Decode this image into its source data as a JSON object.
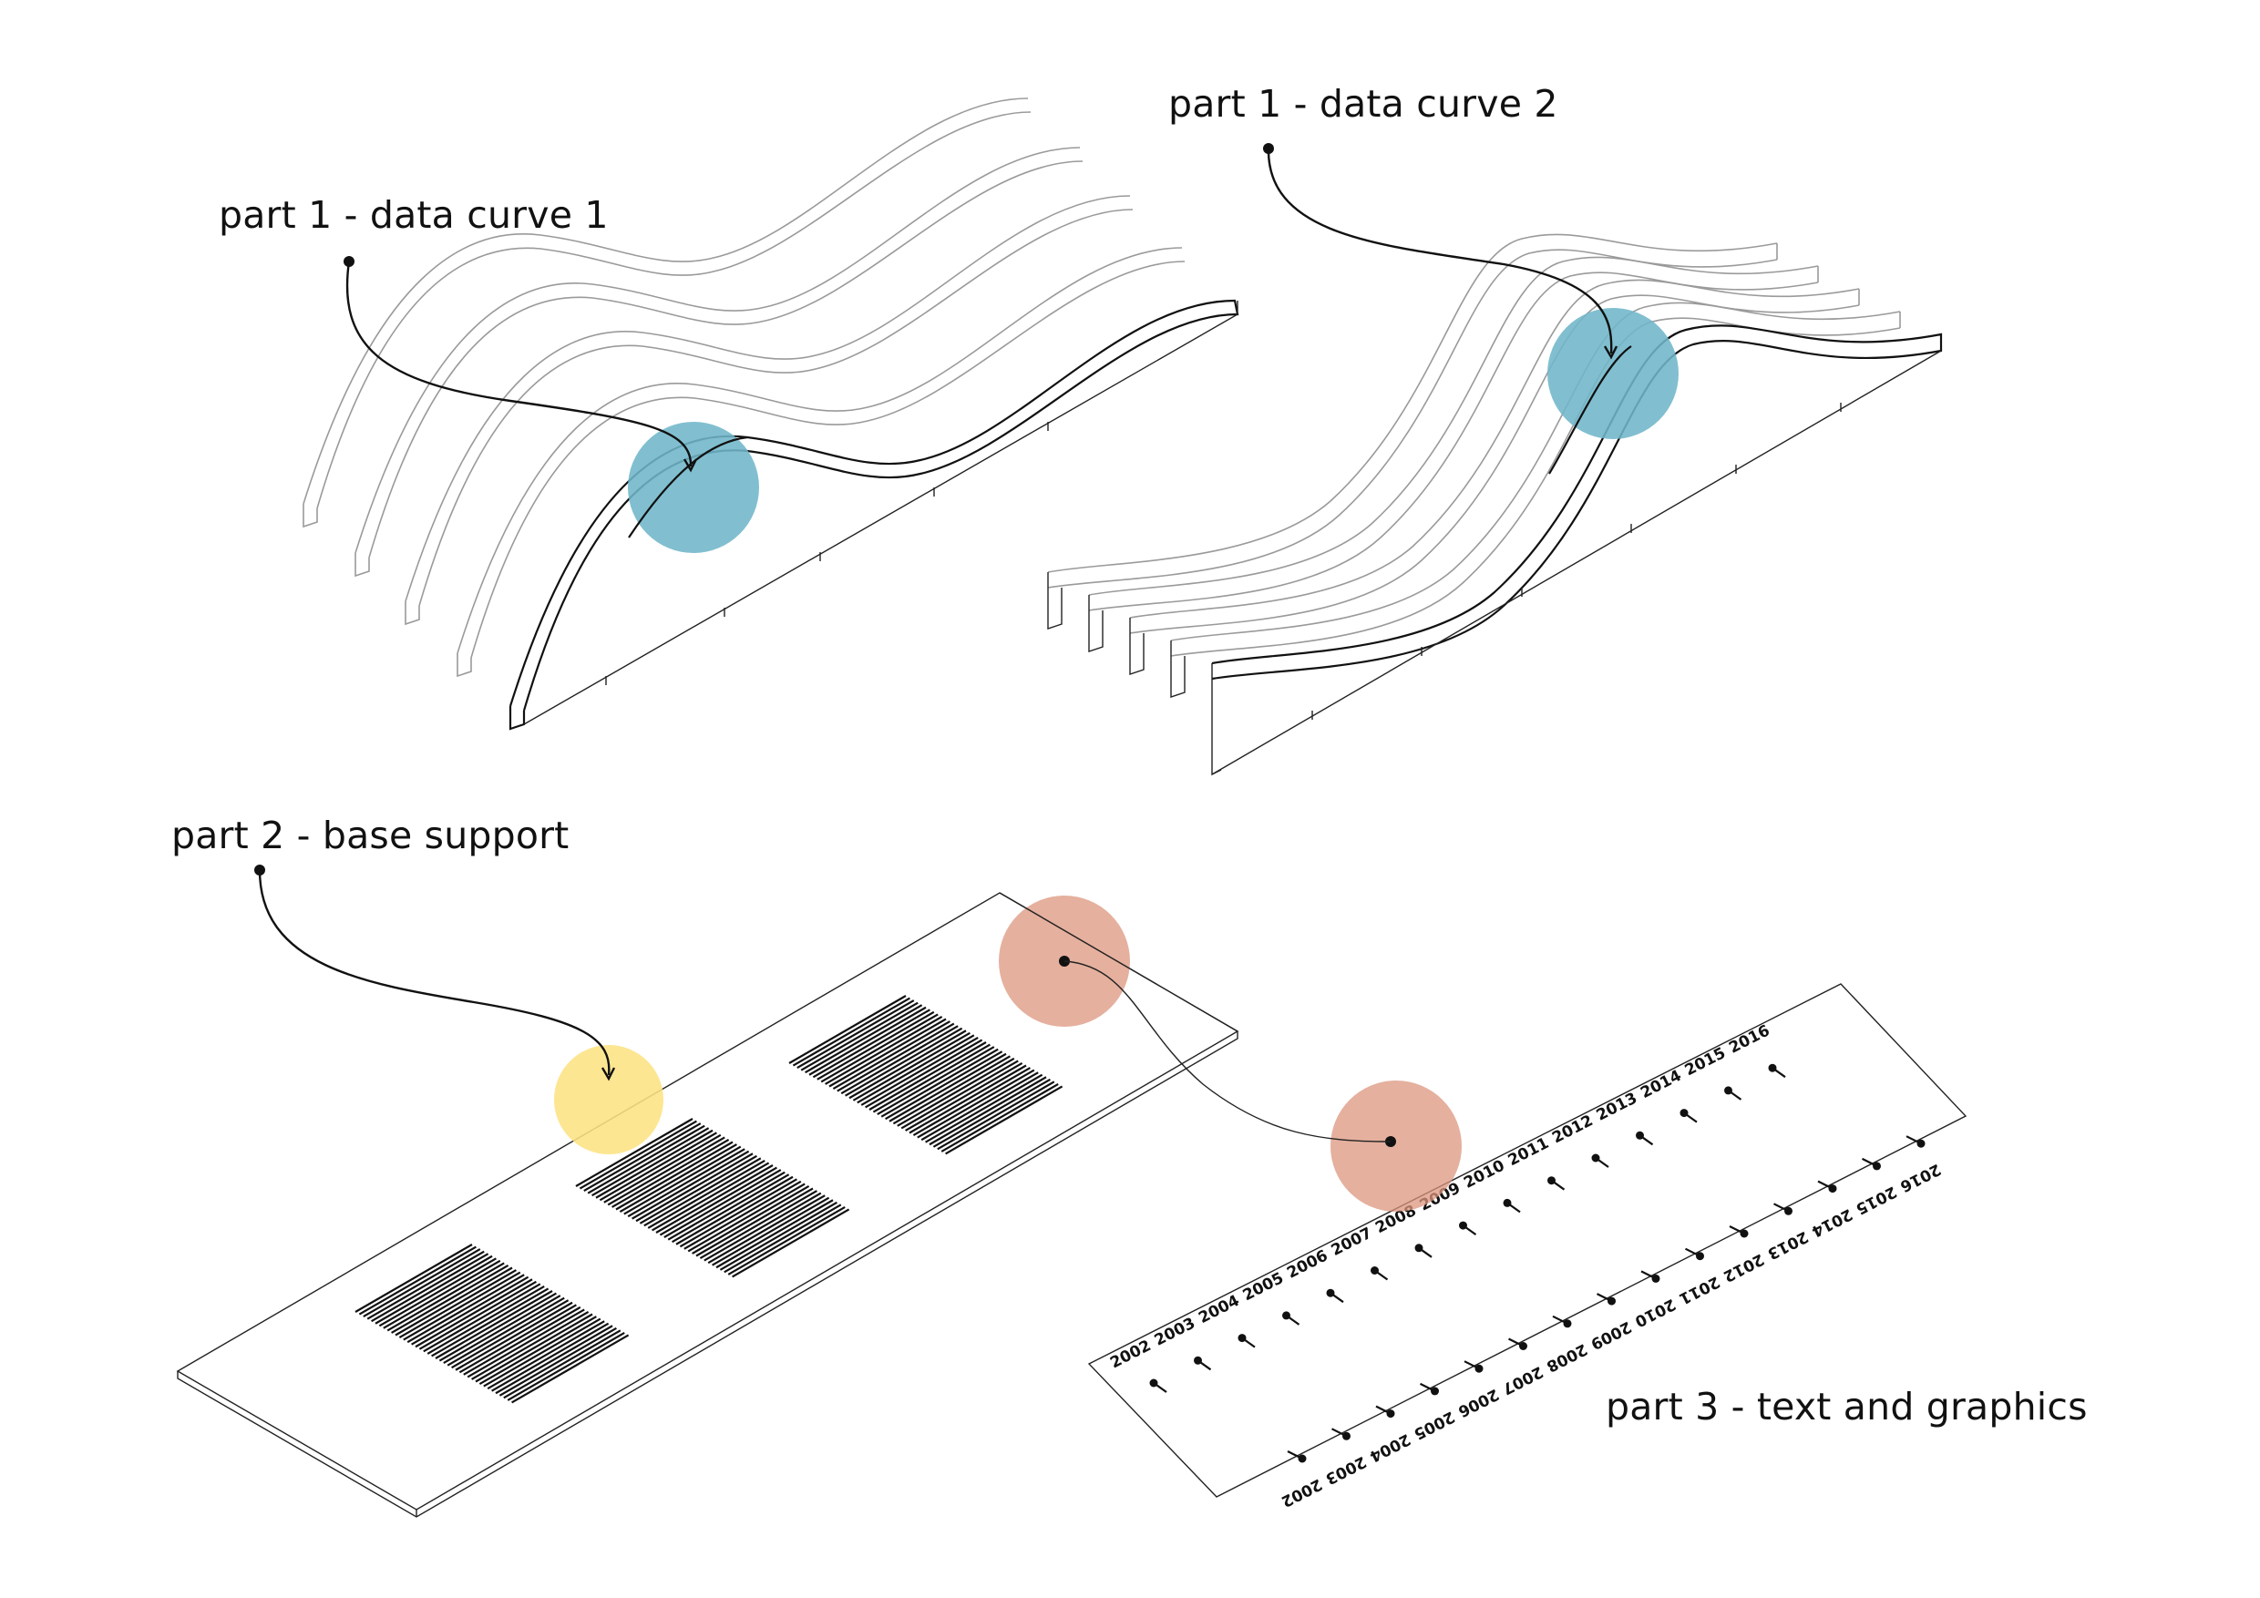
{
  "labels": {
    "curve1": "part 1 - data curve 1",
    "curve2": "part 1 - data curve 2",
    "base": "part 2 - base support",
    "text_graphics": "part 3 - text and graphics"
  },
  "years_top": [
    "2002",
    "2003",
    "2004",
    "2005",
    "2006",
    "2007",
    "2008",
    "2009",
    "2010",
    "2011",
    "2012",
    "2013",
    "2014",
    "2015",
    "2016"
  ],
  "years_bottom": [
    "2002",
    "2003",
    "2004",
    "2005",
    "2006",
    "2007",
    "2008",
    "2009",
    "2010",
    "2011",
    "2012",
    "2013",
    "2014",
    "2015",
    "2016"
  ],
  "colors": {
    "blue": "#6fb6c9",
    "yellow": "#fde283",
    "salmon": "#dc957d",
    "line": "#111111",
    "faint_line": "#9a9a9a"
  }
}
